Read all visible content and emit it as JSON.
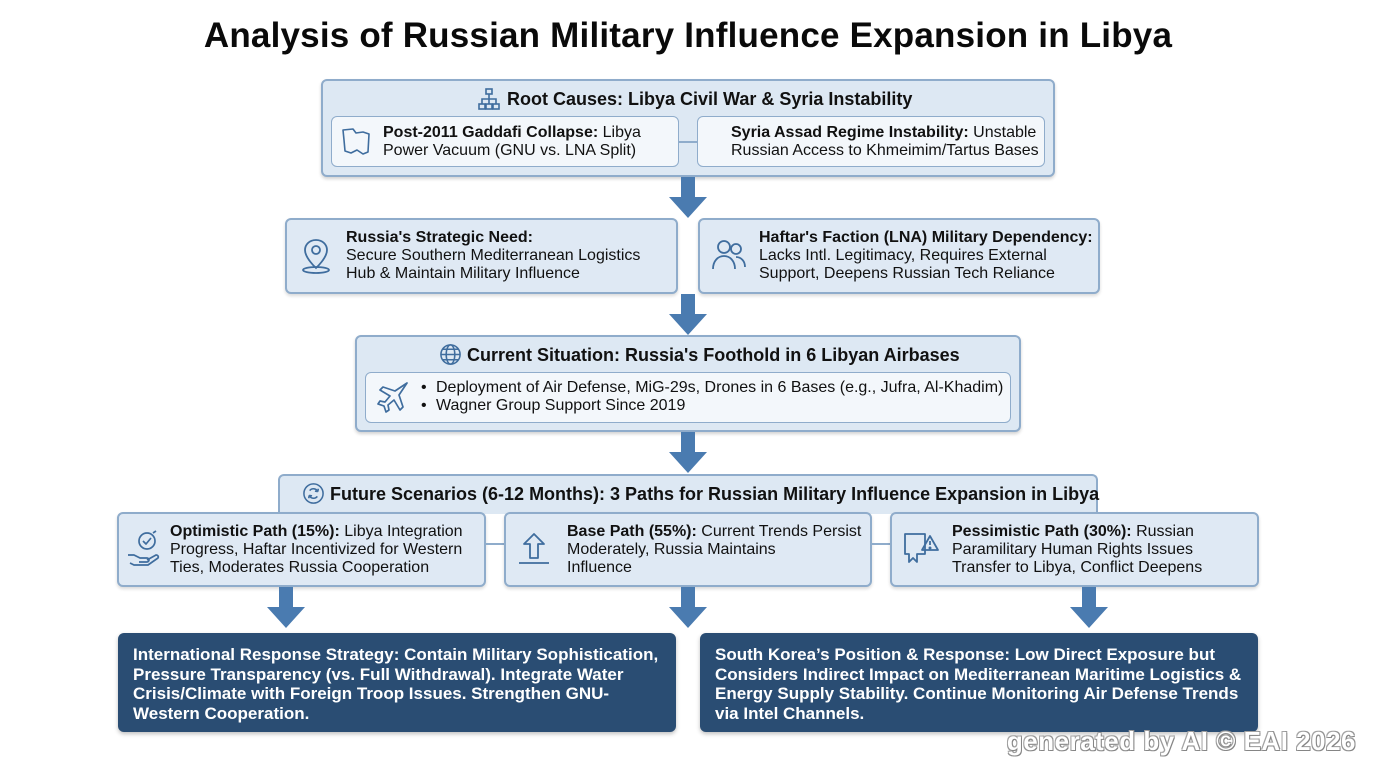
{
  "title": "Analysis of Russian Military Influence Expansion in Libya",
  "root_causes": {
    "heading": "Root Causes: Libya Civil War & Syria Instability",
    "icon": "hierarchy-icon",
    "left": {
      "icon": "libya-map-icon",
      "title": "Post-2011 Gaddafi Collapse:",
      "text_line1_rest": " Libya",
      "text_line2": "Power Vacuum (GNU vs. LNA Split)"
    },
    "right": {
      "title": "Syria Assad Regime Instability:",
      "text_line1_rest": " Unstable",
      "text_line2": "Russian Access to Khmeimim/Tartus Bases"
    }
  },
  "drivers": {
    "left": {
      "icon": "location-pin-icon",
      "title": "Russia's Strategic Need:",
      "line2": "Secure Southern Mediterranean Logistics",
      "line3": "Hub & Maintain Military Influence"
    },
    "right": {
      "icon": "people-icon",
      "title": "Haftar's Faction (LNA) Military Dependency:",
      "line2": "Lacks Intl. Legitimacy, Requires External",
      "line3": "Support, Deepens Russian Tech Reliance"
    }
  },
  "current": {
    "heading": "Current Situation: Russia's Foothold in 6 Libyan Airbases",
    "icon": "globe-icon",
    "card_icon": "fighter-jet-icon",
    "bullets": [
      "Deployment of Air Defense, MiG-29s, Drones in 6 Bases (e.g., Jufra, Al-Khadim)",
      "Wagner Group Support Since 2019"
    ]
  },
  "scenarios": {
    "heading": "Future Scenarios (6-12 Months): 3 Paths for Russian Military Influence Expansion in Libya",
    "icon": "cycle-icon",
    "optimistic": {
      "icon": "hand-check-icon",
      "title": "Optimistic Path (15%):",
      "line1_rest": " Libya Integration",
      "line2": "Progress, Haftar Incentivized for Western",
      "line3": "Ties, Moderates Russia Cooperation"
    },
    "base": {
      "icon": "up-arrow-icon",
      "title": "Base Path (55%):",
      "line1_rest": " Current Trends Persist",
      "line2": "Moderately, Russia Maintains",
      "line3": "Influence"
    },
    "pessimistic": {
      "icon": "warning-down-icon",
      "title": "Pessimistic Path (30%):",
      "line1_rest": " Russian",
      "line2": "Paramilitary Human Rights Issues",
      "line3": "Transfer to Libya, Conflict Deepens"
    }
  },
  "responses": {
    "international": "International Response Strategy: Contain Military Sophistication, Pressure Transparency (vs. Full Withdrawal). Integrate Water Crisis/Climate with Foreign Troop Issues. Strengthen GNU-Western Cooperation.",
    "south_korea": "South Korea’s Position & Response: Low Direct Exposure but Considers Indirect Impact on Mediterranean Maritime Logistics & Energy Supply Stability. Continue Monitoring Air Defense Trends via Intel Channels."
  },
  "watermark": "generated by AI © EAI 2026",
  "colors": {
    "panel_bg": "#dde8f3",
    "border": "#8faccb",
    "arrow": "#4a7bb0",
    "dark_box": "#2a4d73",
    "icon": "#3f6d9e"
  }
}
